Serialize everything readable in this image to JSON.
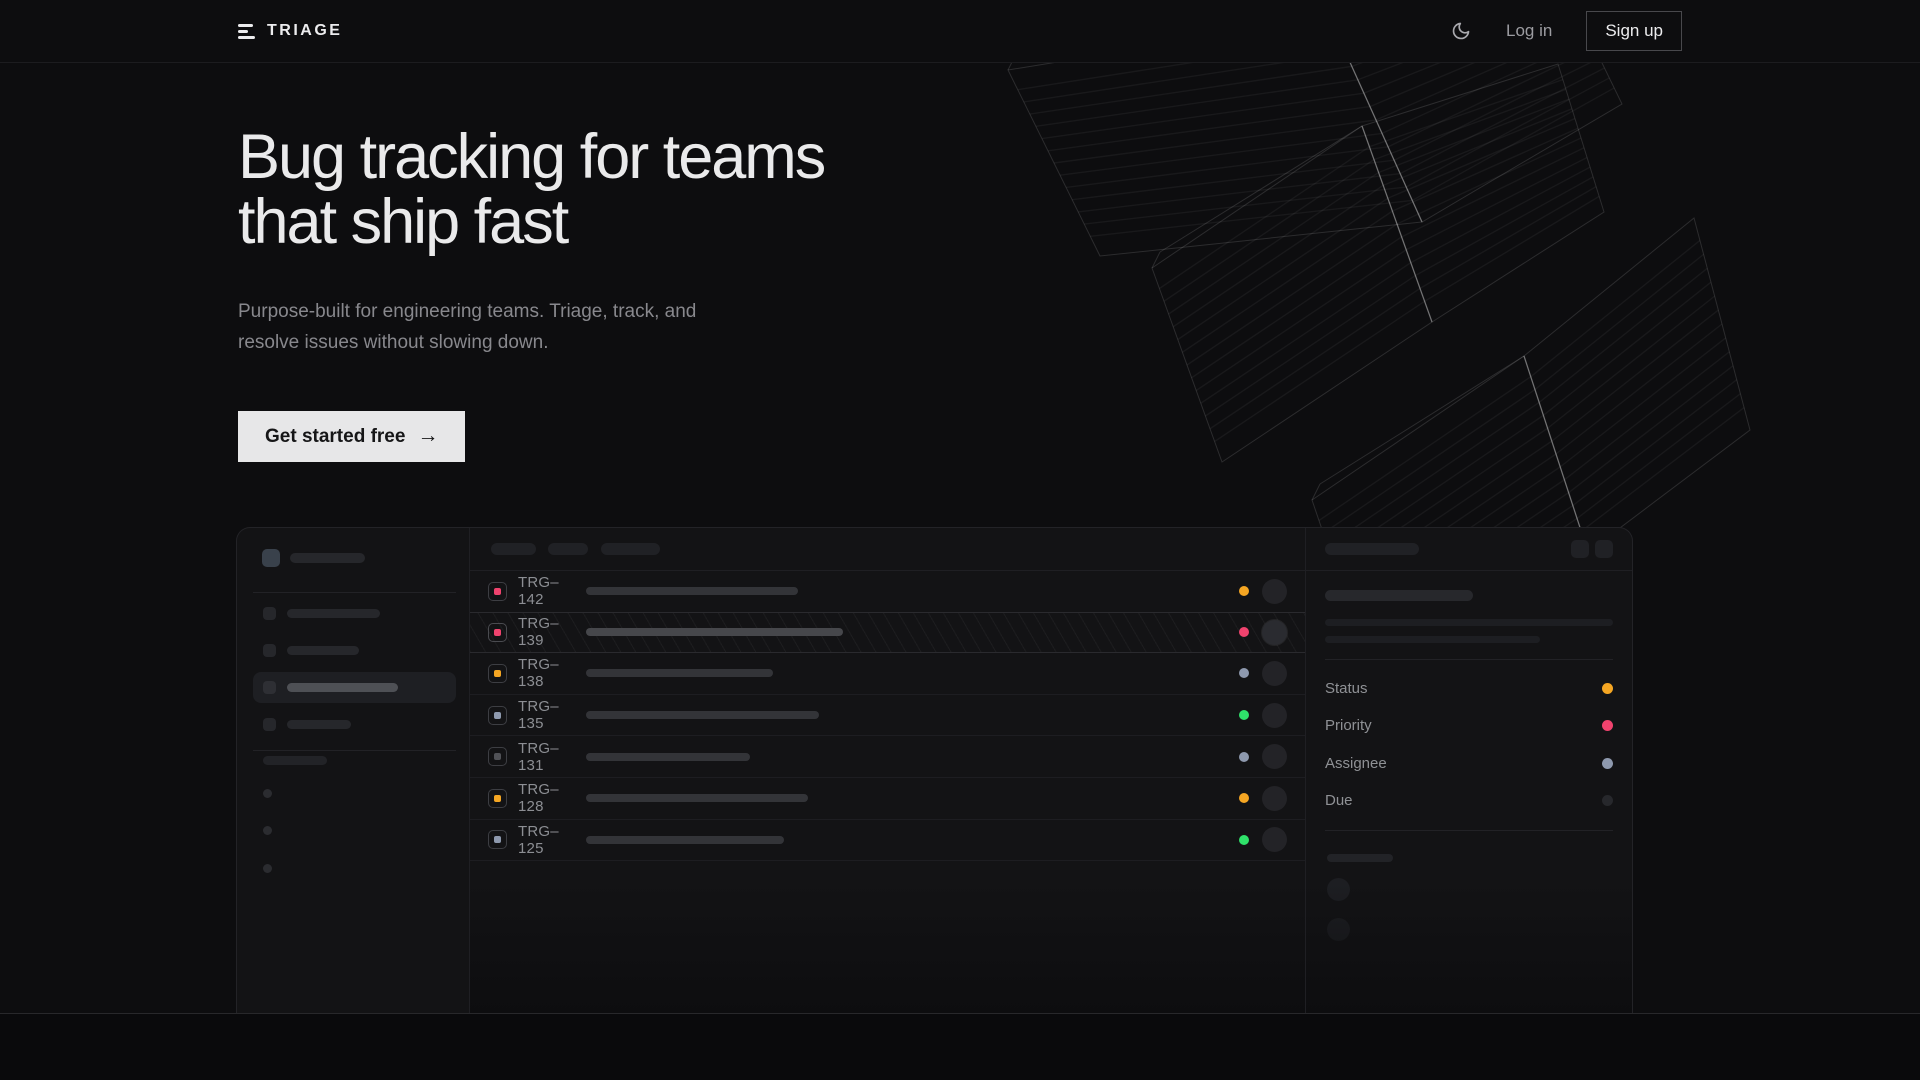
{
  "brand": {
    "name": "TRIAGE",
    "logo_icon": "triage-bars"
  },
  "header": {
    "theme_toggle_icon": "moon",
    "login_label": "Log in",
    "signup_label": "Sign up"
  },
  "hero": {
    "title_line1": "Bug tracking for teams",
    "title_line2": "that ship fast",
    "subtitle_line1": "Purpose-built for engineering teams. Triage, track, and",
    "subtitle_line2": "resolve issues without slowing down.",
    "cta_label": "Get started free",
    "cta_arrow": "→"
  },
  "colors": {
    "amber": "#f5a623",
    "pink": "#f0436e",
    "slate": "#8e99ae",
    "green": "#2fe26a",
    "gray": "#515257",
    "none": "#27282c",
    "cta_bg": "#e7e7e8",
    "page_bg": "#0d0d0f"
  },
  "mockup": {
    "issue_rows": [
      {
        "id": "TRG–142",
        "icon_color": "pink",
        "status_color": "amber",
        "title_width": 212,
        "selected": false
      },
      {
        "id": "TRG–139",
        "icon_color": "pink",
        "status_color": "pink",
        "title_width": 257,
        "selected": true
      },
      {
        "id": "TRG–138",
        "icon_color": "amber",
        "status_color": "slate",
        "title_width": 187,
        "selected": false
      },
      {
        "id": "TRG–135",
        "icon_color": "slate",
        "status_color": "green",
        "title_width": 233,
        "selected": false
      },
      {
        "id": "TRG–131",
        "icon_color": "gray",
        "status_color": "slate",
        "title_width": 164,
        "selected": false
      },
      {
        "id": "TRG–128",
        "icon_color": "amber",
        "status_color": "amber",
        "title_width": 222,
        "selected": false
      },
      {
        "id": "TRG–125",
        "icon_color": "slate",
        "status_color": "green",
        "title_width": 198,
        "selected": false
      }
    ],
    "detail_fields": [
      {
        "label": "Status",
        "color": "amber"
      },
      {
        "label": "Priority",
        "color": "pink"
      },
      {
        "label": "Assignee",
        "color": "slate"
      },
      {
        "label": "Due",
        "color": "none"
      }
    ]
  }
}
